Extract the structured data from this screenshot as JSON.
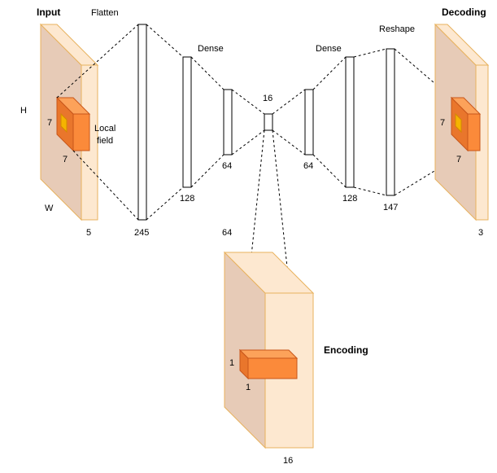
{
  "labels": {
    "input_title": "Input",
    "flatten": "Flatten",
    "dense_left": "Dense",
    "dense_right": "Dense",
    "reshape": "Reshape",
    "decoding_title": "Decoding",
    "encoding_title": "Encoding",
    "local_field_line1": "Local",
    "local_field_line2": "field",
    "height": "H",
    "width": "W"
  },
  "input_block": {
    "kernel_h": "7",
    "kernel_w": "7",
    "depth": "5"
  },
  "decoding_block": {
    "kernel_h": "7",
    "kernel_w": "7",
    "depth": "3"
  },
  "encoding_block": {
    "kernel_h": "1",
    "kernel_w": "1",
    "depth": "16"
  },
  "layers": {
    "flatten_size": "245",
    "dense1_size": "128",
    "dense2_size": "64",
    "bottleneck_size": "16",
    "dense3_size": "64",
    "dense4_size": "128",
    "reshape_size": "147",
    "encoding_link_size": "64"
  },
  "colors": {
    "slab_fill": "#fde8d0",
    "slab_side": "#e7cbb7",
    "slab_stroke": "#e8b25e",
    "kernel_box": "#fb8a3a",
    "kernel_core": "#f5b400"
  }
}
